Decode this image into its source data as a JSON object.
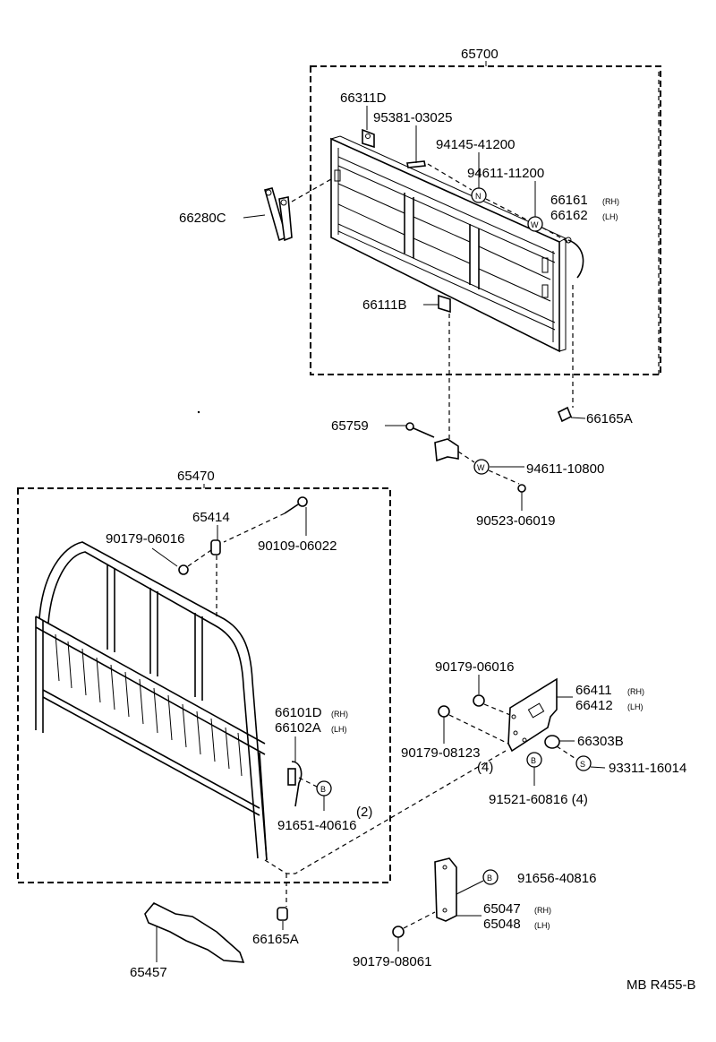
{
  "diagram": {
    "assemblies": {
      "tailgate": "65700",
      "headboard": "65470"
    },
    "labels": {
      "p66311D": "66311D",
      "p95381": "95381-03025",
      "p94145": "94145-41200",
      "p94611_11200": "94611-11200",
      "p66161": "66161",
      "p66161_side": "(RH)",
      "p66162": "66162",
      "p66162_side": "(LH)",
      "p66280C": "66280C",
      "p66111B": "66111B",
      "p65759": "65759",
      "p66165A_top": "66165A",
      "p94611_10800": "94611-10800",
      "p90523": "90523-06019",
      "p65414": "65414",
      "p90179_06016_a": "90179-06016",
      "p90109": "90109-06022",
      "p66101D": "66101D",
      "p66101D_side": "(RH)",
      "p66102A": "66102A",
      "p66102A_side": "(LH)",
      "p91651": "91651-40616",
      "p91651_qty": "(2)",
      "p90179_06016_b": "90179-06016",
      "p66411": "66411",
      "p66411_side": "(RH)",
      "p66412": "66412",
      "p66412_side": "(LH)",
      "p90179_08123": "90179-08123",
      "p90179_08123_qty": "(4)",
      "p66303B": "66303B",
      "p93311": "93311-16014",
      "p91521": "91521-60816  (4)",
      "p91656": "91656-40816",
      "p65047": "65047",
      "p65047_side": "(RH)",
      "p65048": "65048",
      "p65048_side": "(LH)",
      "p90179_08061": "90179-08061",
      "p66165A_bottom": "66165A",
      "p65457": "65457",
      "ref": "MB R455-B"
    },
    "symbols": {
      "n": "N",
      "w": "W",
      "b": "B",
      "s": "S"
    }
  }
}
